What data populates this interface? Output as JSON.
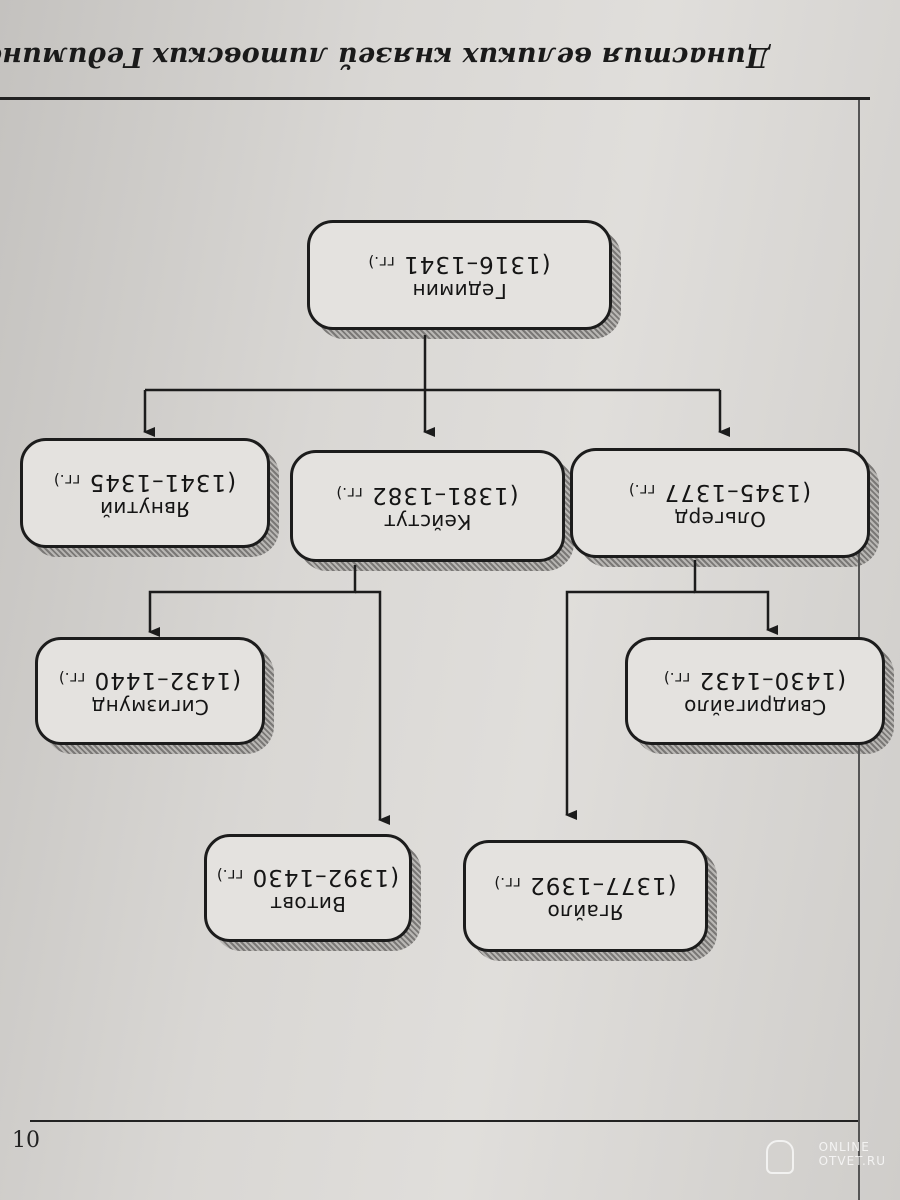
{
  "title": "Династия великих князей литовских Гедиминовичей",
  "page_number": "10",
  "watermark": {
    "line1": "ONLINE",
    "line2": "OTVET.RU"
  },
  "nodes": {
    "gedimin": {
      "name": "Гедимин",
      "years": "(1316–1341",
      "unit": "гг.)"
    },
    "olgerd": {
      "name": "Ольгерд",
      "years": "(1345–1377",
      "unit": "гг.)"
    },
    "keistut": {
      "name": "Кейстут",
      "years": "(1381–1382",
      "unit": "гг.)"
    },
    "yavnuty": {
      "name": "Явнутий",
      "years": "(1341–1345",
      "unit": "гг.)"
    },
    "svidrigailo": {
      "name": "Свидригайло",
      "years": "(1430–1432",
      "unit": "гг.)"
    },
    "sigizmund": {
      "name": "Сигизмунд",
      "years": "(1432–1440",
      "unit": "гг.)"
    },
    "yagailo": {
      "name": "Ягайло",
      "years": "(1377–1392",
      "unit": "гг.)"
    },
    "vitovt": {
      "name": "Витовт",
      "years": "(1392–1430",
      "unit": "гг.)"
    }
  },
  "edges": [
    {
      "from": "gedimin",
      "to": "olgerd"
    },
    {
      "from": "gedimin",
      "to": "keistut"
    },
    {
      "from": "gedimin",
      "to": "yavnuty"
    },
    {
      "from": "olgerd",
      "to": "svidrigailo"
    },
    {
      "from": "olgerd",
      "to": "yagailo"
    },
    {
      "from": "keistut",
      "to": "sigizmund"
    },
    {
      "from": "keistut",
      "to": "vitovt"
    }
  ]
}
